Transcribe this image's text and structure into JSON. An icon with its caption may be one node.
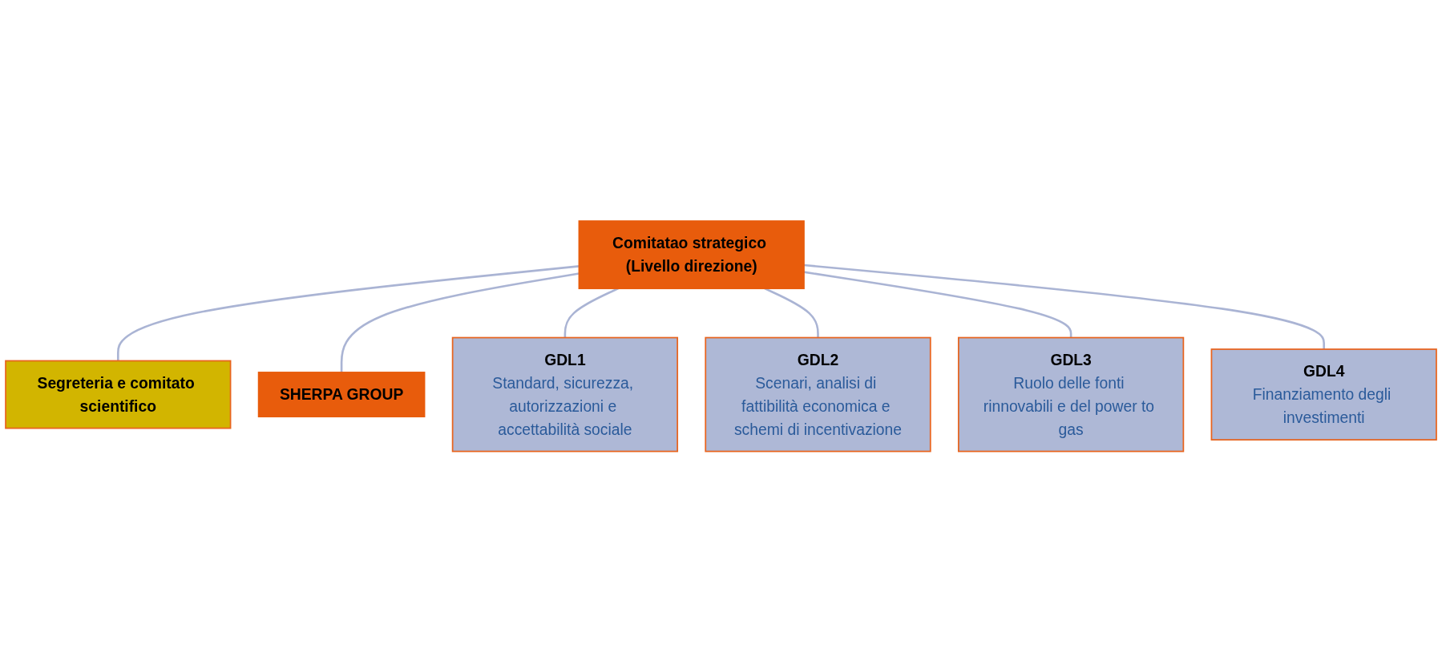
{
  "diagram": {
    "nodes": [
      {
        "text": [
          "Segreteria e comitato scientifico"
        ]
      },
      {
        "text": [
          "Comitatao strategico (Livello direzione)"
        ]
      },
      {
        "text": [
          "SHERPA GROUP"
        ]
      },
      {
        "text": [
          "GDL1",
          "Standard, sicurezza, autorizzazioni e accettabilità sociale"
        ]
      },
      {
        "text": [
          "GDL2",
          "Scenari, analisi di fattibilità economica e schemi di incentivazione"
        ]
      },
      {
        "text": [
          "GDL3",
          "Ruolo delle fonti rinnovabili e del power to gas"
        ]
      },
      {
        "text": [
          "GDL4",
          "Finanziamento degli investimenti"
        ]
      }
    ],
    "edges": [
      {
        "from": 1,
        "to": 0,
        "arrow": "none"
      },
      {
        "from": 1,
        "to": 2,
        "arrow": "none"
      },
      {
        "from": 1,
        "to": 3,
        "arrow": "none"
      },
      {
        "from": 1,
        "to": 4,
        "arrow": "none"
      },
      {
        "from": 1,
        "to": 5,
        "arrow": "none"
      },
      {
        "from": 1,
        "to": 6,
        "arrow": "none"
      }
    ]
  }
}
